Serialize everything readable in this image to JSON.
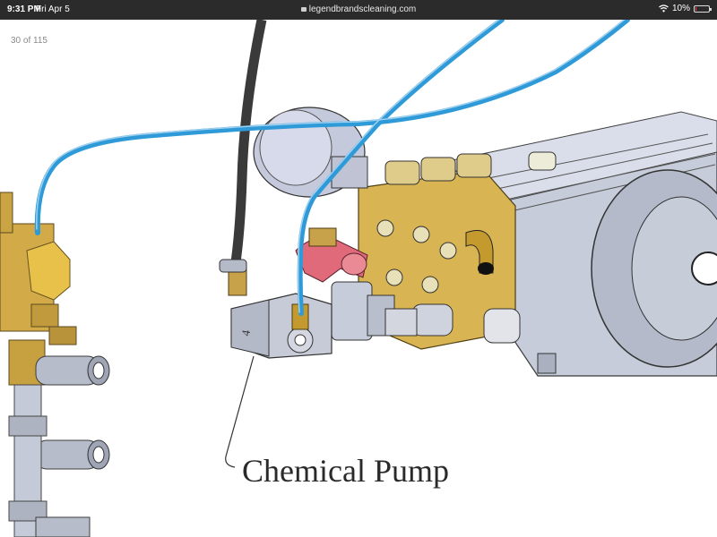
{
  "status_bar": {
    "time": "9:31 PM",
    "date": "Fri Apr 5",
    "url": "legendbrandscleaning.com",
    "battery": "10%",
    "battery_level": 0.1,
    "icons": [
      "lock-icon",
      "wifi-icon",
      "battery-icon"
    ]
  },
  "viewer": {
    "page_counter": "30 of 115"
  },
  "diagram": {
    "label": "Chemical Pump",
    "colors": {
      "hose_blue": "#2f9ad8",
      "brass": "#d9b24e",
      "steel": "#b9bfd0",
      "pink_fitting": "#e06a7a",
      "dark_hose": "#3a3a3a"
    }
  }
}
